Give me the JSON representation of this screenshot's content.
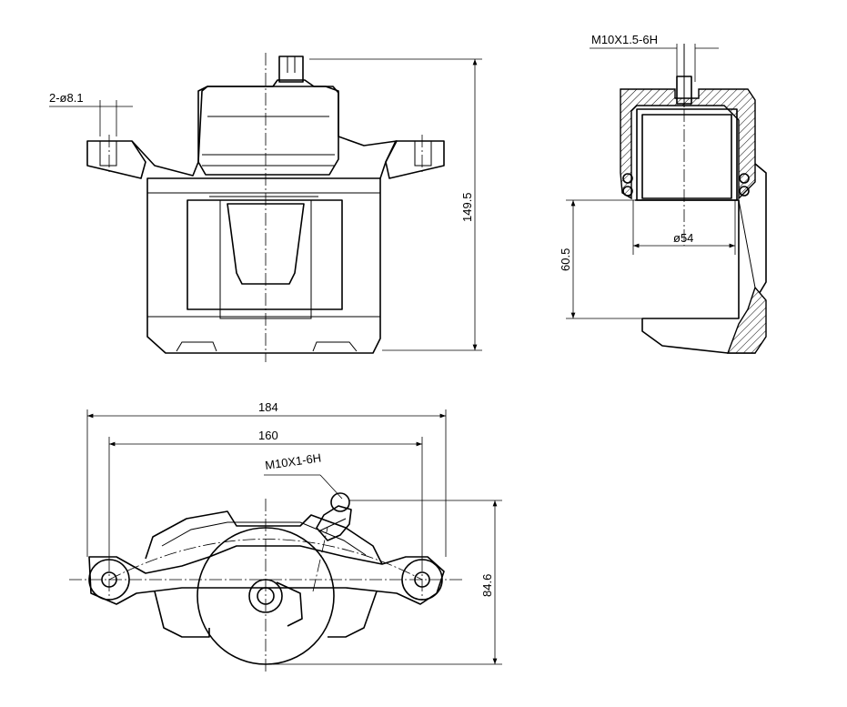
{
  "dimensions": {
    "hole_callout": "2-ø8.1",
    "height_top_view": "149.5",
    "thread_top": "M10X1.5-6H",
    "bore_diameter": "ø54",
    "piston_depth": "60.5",
    "overall_width": "184",
    "mount_spacing": "160",
    "bleeder_thread": "M10X1-6H",
    "height_side_view": "84.6"
  }
}
